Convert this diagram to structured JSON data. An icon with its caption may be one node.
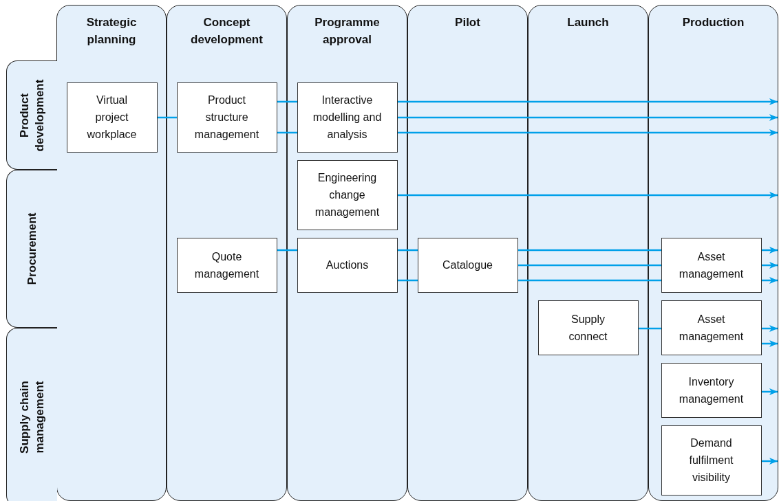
{
  "diagram": {
    "nodes": [
      {
        "text": [
          "Strategic planning"
        ]
      },
      {
        "text": [
          "Concept development"
        ]
      },
      {
        "text": [
          "Programme approval"
        ]
      },
      {
        "text": [
          "Pilot"
        ]
      },
      {
        "text": [
          "Launch"
        ]
      },
      {
        "text": [
          "Production"
        ]
      },
      {
        "text": [
          "Product development"
        ]
      },
      {
        "text": [
          "Procurement"
        ]
      },
      {
        "text": [
          "Supply chain management"
        ]
      },
      {
        "text": [
          "Virtual project workplace"
        ],
        "in": 0
      },
      {
        "text": [
          "Product structure management"
        ],
        "in": 1
      },
      {
        "text": [
          "Interactive modelling and analysis"
        ],
        "in": 2
      },
      {
        "text": [
          "Engineering change management"
        ],
        "in": 2
      },
      {
        "text": [
          "Quote management"
        ],
        "in": 1
      },
      {
        "text": [
          "Auctions"
        ],
        "in": 2
      },
      {
        "text": [
          "Catalogue"
        ],
        "in": 3
      },
      {
        "text": [
          "Supply connect"
        ],
        "in": 4
      },
      {
        "text": [
          "Asset management"
        ],
        "in": 5
      },
      {
        "text": [
          "Asset management"
        ],
        "in": 5
      },
      {
        "text": [
          "Inventory management"
        ],
        "in": 5
      },
      {
        "text": [
          "Demand fulfilment visibility"
        ],
        "in": 5
      }
    ],
    "edges": [
      {
        "from": 9,
        "to": 10,
        "arrow": "none"
      },
      {
        "from": 10,
        "to": 11,
        "arrow": "none"
      },
      {
        "from": 10,
        "to": 11,
        "arrow": "none"
      },
      {
        "from": 11,
        "to": 5,
        "arrow": "to"
      },
      {
        "from": 11,
        "to": 5,
        "arrow": "to"
      },
      {
        "from": 11,
        "to": 5,
        "arrow": "to"
      },
      {
        "from": 12,
        "to": 5,
        "arrow": "to"
      },
      {
        "from": 13,
        "to": 14,
        "arrow": "none"
      },
      {
        "from": 14,
        "to": 15,
        "arrow": "none"
      },
      {
        "from": 14,
        "to": 15,
        "arrow": "none"
      },
      {
        "from": 15,
        "to": 17,
        "arrow": "none"
      },
      {
        "from": 15,
        "to": 17,
        "arrow": "none"
      },
      {
        "from": 15,
        "to": 17,
        "arrow": "none"
      },
      {
        "from": 17,
        "to": null,
        "arrow": "to"
      },
      {
        "from": 17,
        "to": null,
        "arrow": "to"
      },
      {
        "from": 17,
        "to": null,
        "arrow": "to"
      },
      {
        "from": 16,
        "to": 18,
        "arrow": "none"
      },
      {
        "from": 18,
        "to": null,
        "arrow": "to"
      },
      {
        "from": 18,
        "to": null,
        "arrow": "to"
      },
      {
        "from": 19,
        "to": null,
        "arrow": "to"
      },
      {
        "from": 20,
        "to": null,
        "arrow": "to"
      }
    ]
  }
}
